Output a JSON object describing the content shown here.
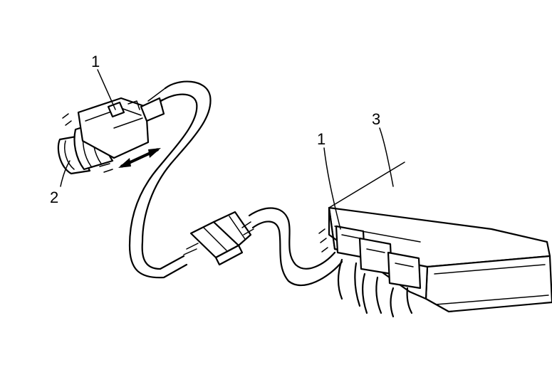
{
  "callouts": {
    "sensor_clip": "1",
    "sensor": "2",
    "ecu_clip": "1",
    "ecu": "3"
  },
  "icons": [
    "sensor-connector-icon",
    "double-arrow-icon",
    "inline-connector-icon",
    "control-module-icon"
  ]
}
